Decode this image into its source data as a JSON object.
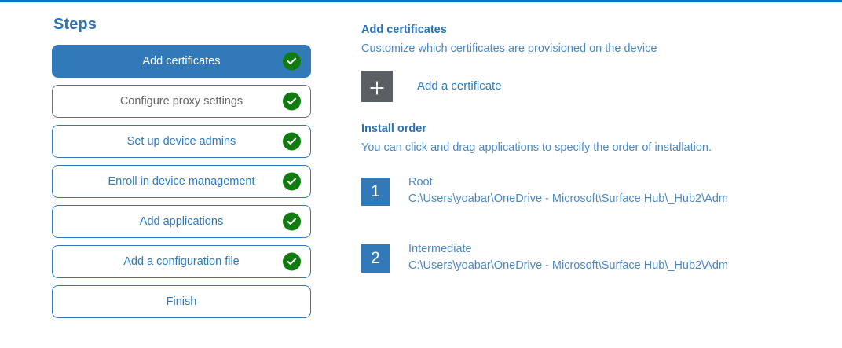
{
  "theme": {
    "accent_rule": "#0078bf",
    "link_blue": "#2b7bc4",
    "heading_blue": "#2b72b8",
    "selected_step_bg": "#3279b9",
    "check_green": "#107c10",
    "muted_gray": "#666666",
    "plus_tile_gray": "#5a5f64"
  },
  "steps_pane": {
    "title": "Steps",
    "items": [
      {
        "label": "Add certificates",
        "state": "active",
        "completed": true,
        "check_icon": "check-circle-icon"
      },
      {
        "label": "Configure proxy settings",
        "state": "muted",
        "completed": true,
        "check_icon": "check-circle-icon"
      },
      {
        "label": "Set up device admins",
        "state": "default",
        "completed": true,
        "check_icon": "check-circle-icon"
      },
      {
        "label": "Enroll in device management",
        "state": "default",
        "completed": true,
        "check_icon": "check-circle-icon"
      },
      {
        "label": "Add applications",
        "state": "default",
        "completed": true,
        "check_icon": "check-circle-icon"
      },
      {
        "label": "Add a configuration file",
        "state": "default",
        "completed": true,
        "check_icon": "check-circle-icon"
      },
      {
        "label": "Finish",
        "state": "default",
        "completed": false,
        "check_icon": ""
      }
    ]
  },
  "detail_pane": {
    "certificates": {
      "heading": "Add certificates",
      "subtitle": "Customize which certificates are provisioned on the device",
      "add_button_label": "Add a certificate",
      "add_button_icon": "plus-icon"
    },
    "install_order": {
      "heading": "Install order",
      "subtitle": "You can click and drag applications to specify the order of installation.",
      "items": [
        {
          "number": "1",
          "name": "Root",
          "path": "C:\\Users\\yoabar\\OneDrive - Microsoft\\Surface Hub\\_Hub2\\Adm"
        },
        {
          "number": "2",
          "name": "Intermediate",
          "path": "C:\\Users\\yoabar\\OneDrive - Microsoft\\Surface Hub\\_Hub2\\Adm"
        }
      ]
    }
  }
}
